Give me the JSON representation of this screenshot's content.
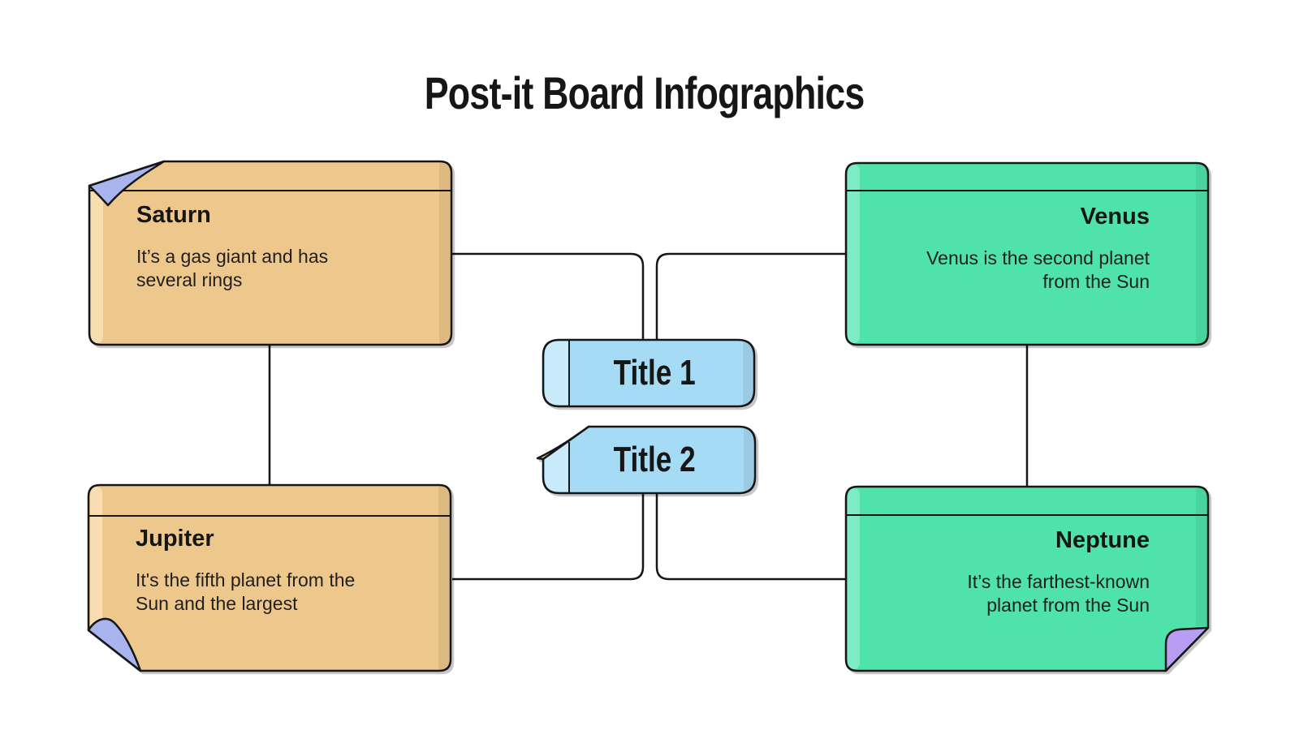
{
  "page_title": "Post-it Board Infographics",
  "colors": {
    "background": "#ffffff",
    "ink": "#161616",
    "tan": "#edc78b",
    "tan_light": "#f7ddb0",
    "green": "#4fe3ab",
    "green_light": "#7cecc4",
    "blue": "#a6dbf5",
    "blue_light": "#c9eafb",
    "periwinkle_fold": "#a9b3ed",
    "purple_fold": "#b89df4",
    "tan_fold": "#eeca90"
  },
  "notes": [
    {
      "id": "saturn",
      "title": "Saturn",
      "body_line1": "It’s a gas giant and has",
      "body_line2": "several rings",
      "color": "tan",
      "fold": "top-left",
      "text_align": "left"
    },
    {
      "id": "venus",
      "title": "Venus",
      "body_line1": "Venus is the second planet",
      "body_line2": "from the Sun",
      "color": "green",
      "fold": "none",
      "text_align": "right"
    },
    {
      "id": "jupiter",
      "title": "Jupiter",
      "body_line1": "It's the fifth planet from the",
      "body_line2": "Sun and the largest",
      "color": "tan",
      "fold": "bottom-left",
      "text_align": "left"
    },
    {
      "id": "neptune",
      "title": "Neptune",
      "body_line1": "It’s the farthest-known",
      "body_line2": "planet from the Sun",
      "color": "green",
      "fold": "bottom-right",
      "text_align": "right"
    }
  ],
  "pills": [
    {
      "label": "Title 1",
      "fold": "none"
    },
    {
      "label": "Title 2",
      "fold": "top-left"
    }
  ]
}
